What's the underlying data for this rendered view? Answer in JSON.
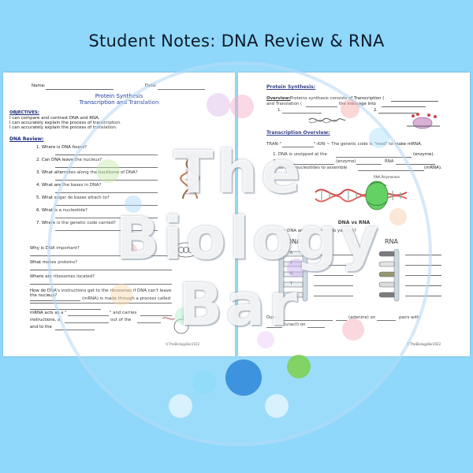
{
  "banner": {
    "title": "Student Notes: DNA Review & RNA"
  },
  "left_page": {
    "name_label": "Name:",
    "date_label": "Date:",
    "heading1": "Protein Synthesis",
    "heading2": "Transcription and Translation",
    "objectives_title": "OBJECTIVES:",
    "objectives": [
      "I can compare and contrast DNA and RNA.",
      "I can accurately explain the process of transcription.",
      "I can accurately explain the process of translation."
    ],
    "review_title": "DNA Review:",
    "questions": [
      "1.  Where is DNA found?",
      "2.  Can DNA leave the nucleus?",
      "3.  What alternates along the backbone of DNA?",
      "4.  What are the bases in DNA?",
      "5.  What sugar do bases attach to?",
      "6.  What is a nucleotide?",
      "7.  Where is the genetic code carried?"
    ],
    "q_important": "Why is DNA important?",
    "q_proteins": "What makes proteins?",
    "q_ribosomes": "Where are ribosomes located?",
    "q_instructions_1": "How do DNA's instructions get to the ribosomes if DNA can't leave",
    "q_instructions_2": "the nucleus?",
    "mrna_1": "(mRNA) is made through a process called",
    "mrna_2": "mRNA acts as a \"",
    "mrna_2b": "\" and carries",
    "mrna_3": "instructions, a",
    "mrna_3b": "out of the",
    "mrna_4": "and to the",
    "footer": "©TheBiologyBar2022"
  },
  "right_page": {
    "ps_title": "Protein Synthesis:",
    "overview_label": "Overview:",
    "overview_1": "Proteins synthesis consists of Transcription (",
    "overview_2": "and Translation (",
    "overview_2b": "the message into",
    "item1": "1.",
    "item2": "2.",
    "to_title": "Transcription Overview:",
    "tran_1": "TRAN-\"",
    "tran_1b": "\"-ION ~ The genetic code is \"read\" to make mRNA.",
    "step1": "1.  DNA is unzipped at the",
    "step1b": "(enzyme).",
    "step2": "2.",
    "step2b": "(enzyme)",
    "step2c": "RNA",
    "step2d": "to DNA nucleotides to assemble",
    "step2e": "(mRNA).",
    "rna_polymerase": "RNA Polymerase",
    "compare_title": "DNA vs RNA",
    "compare_q": "Compare DNA and RNA, what do you see?",
    "dna_label": "DNA",
    "rna_label": "RNA",
    "bases": [
      "A",
      "T",
      "G",
      "T",
      "A"
    ],
    "during_1": "During",
    "during_1b": "(adenine) on",
    "during_1c": "pairs with",
    "during_2": "(uracil) on",
    "footer": "©TheBiologyBar2022"
  },
  "watermark": {
    "line1": "The",
    "line2": "Biology",
    "line3": "Bar"
  }
}
